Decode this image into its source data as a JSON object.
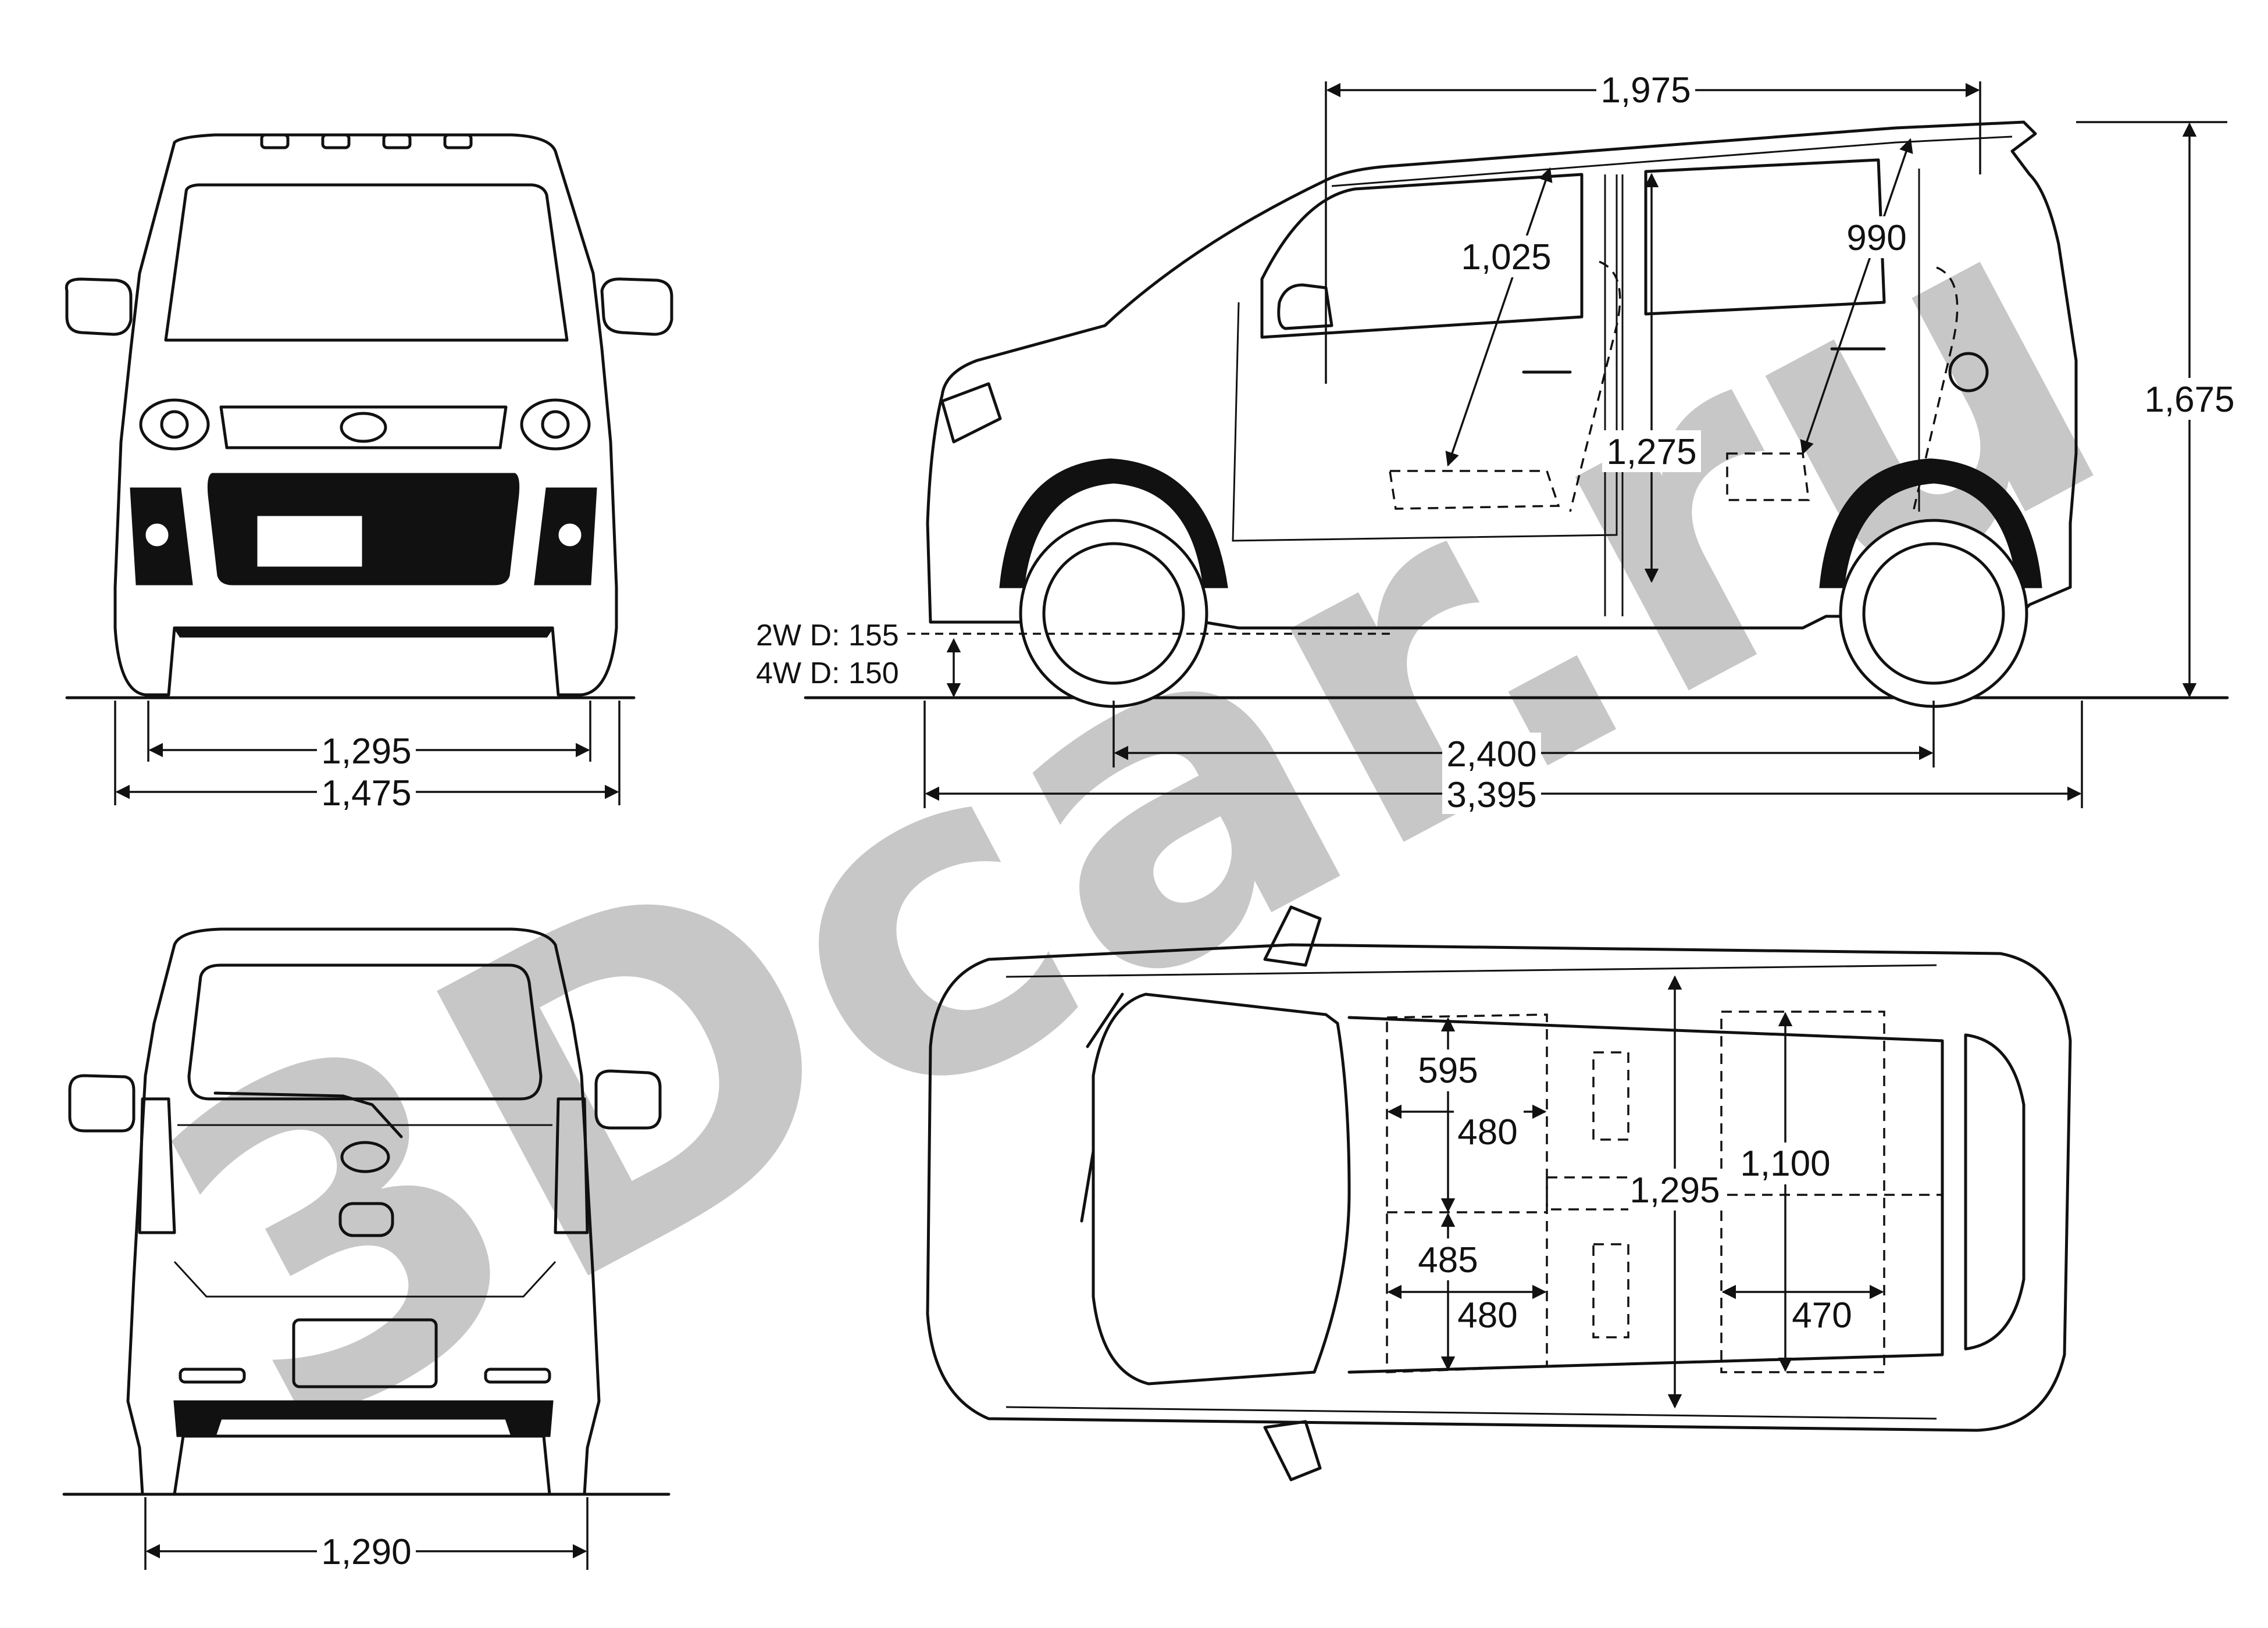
{
  "watermark": {
    "text": "3Dcar.ru",
    "color": "#9a9a9a"
  },
  "views": {
    "front": {
      "dims": {
        "track": "1,295",
        "width": "1,475"
      }
    },
    "side": {
      "dims": {
        "top_length": "1,975",
        "front_headroom": "1,025",
        "rear_headroom": "990",
        "interior_height": "1,275",
        "overall_height": "1,675",
        "clearance_2wd": "2W D: 155",
        "clearance_4wd": "4W D: 150",
        "wheelbase": "2,400",
        "overall_length": "3,395"
      }
    },
    "rear": {
      "dims": {
        "track": "1,290"
      }
    },
    "top": {
      "dims": {
        "front_seat_length": "595",
        "front_seat_width_a": "480",
        "front_seat_depth": "485",
        "front_seat_width_b": "480",
        "interior_width": "1,295",
        "rear_seat_width": "1,100",
        "rear_seat_depth": "470"
      }
    }
  }
}
